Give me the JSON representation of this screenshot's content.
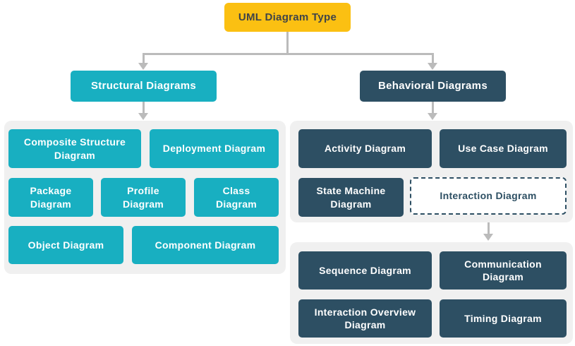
{
  "diagram_title": "UML Diagram Type",
  "colors": {
    "root_fill": "#FBC012",
    "root_text": "#3F4448",
    "structural_fill": "#18AFC1",
    "behavioral_fill": "#2D4F63",
    "group_background": "#F0F0F0",
    "connector": "#BBBBBB",
    "node_text": "#FFFFFF"
  },
  "nodes": {
    "root": "UML Diagram Type",
    "structural": "Structural Diagrams",
    "behavioral": "Behavioral Diagrams",
    "composite": "Composite Structure\nDiagram",
    "deployment": "Deployment Diagram",
    "package": "Package\nDiagram",
    "profile": "Profile\nDiagram",
    "class": "Class\nDiagram",
    "object": "Object Diagram",
    "component": "Component Diagram",
    "activity": "Activity Diagram",
    "usecase": "Use Case Diagram",
    "statemachine": "State Machine\nDiagram",
    "interaction": "Interaction Diagram",
    "sequence": "Sequence Diagram",
    "communication": "Communication\nDiagram",
    "interaction_overview": "Interaction Overview\nDiagram",
    "timing": "Timing Diagram"
  },
  "hierarchy": {
    "root": "UML Diagram Type",
    "branches": [
      {
        "label": "Structural Diagrams",
        "children": [
          "Composite Structure Diagram",
          "Deployment Diagram",
          "Package Diagram",
          "Profile Diagram",
          "Class Diagram",
          "Object Diagram",
          "Component Diagram"
        ]
      },
      {
        "label": "Behavioral Diagrams",
        "children": [
          "Activity Diagram",
          "Use Case Diagram",
          "State Machine Diagram",
          "Interaction Diagram"
        ],
        "interaction_children": [
          "Sequence Diagram",
          "Communication Diagram",
          "Interaction Overview Diagram",
          "Timing Diagram"
        ]
      }
    ]
  }
}
